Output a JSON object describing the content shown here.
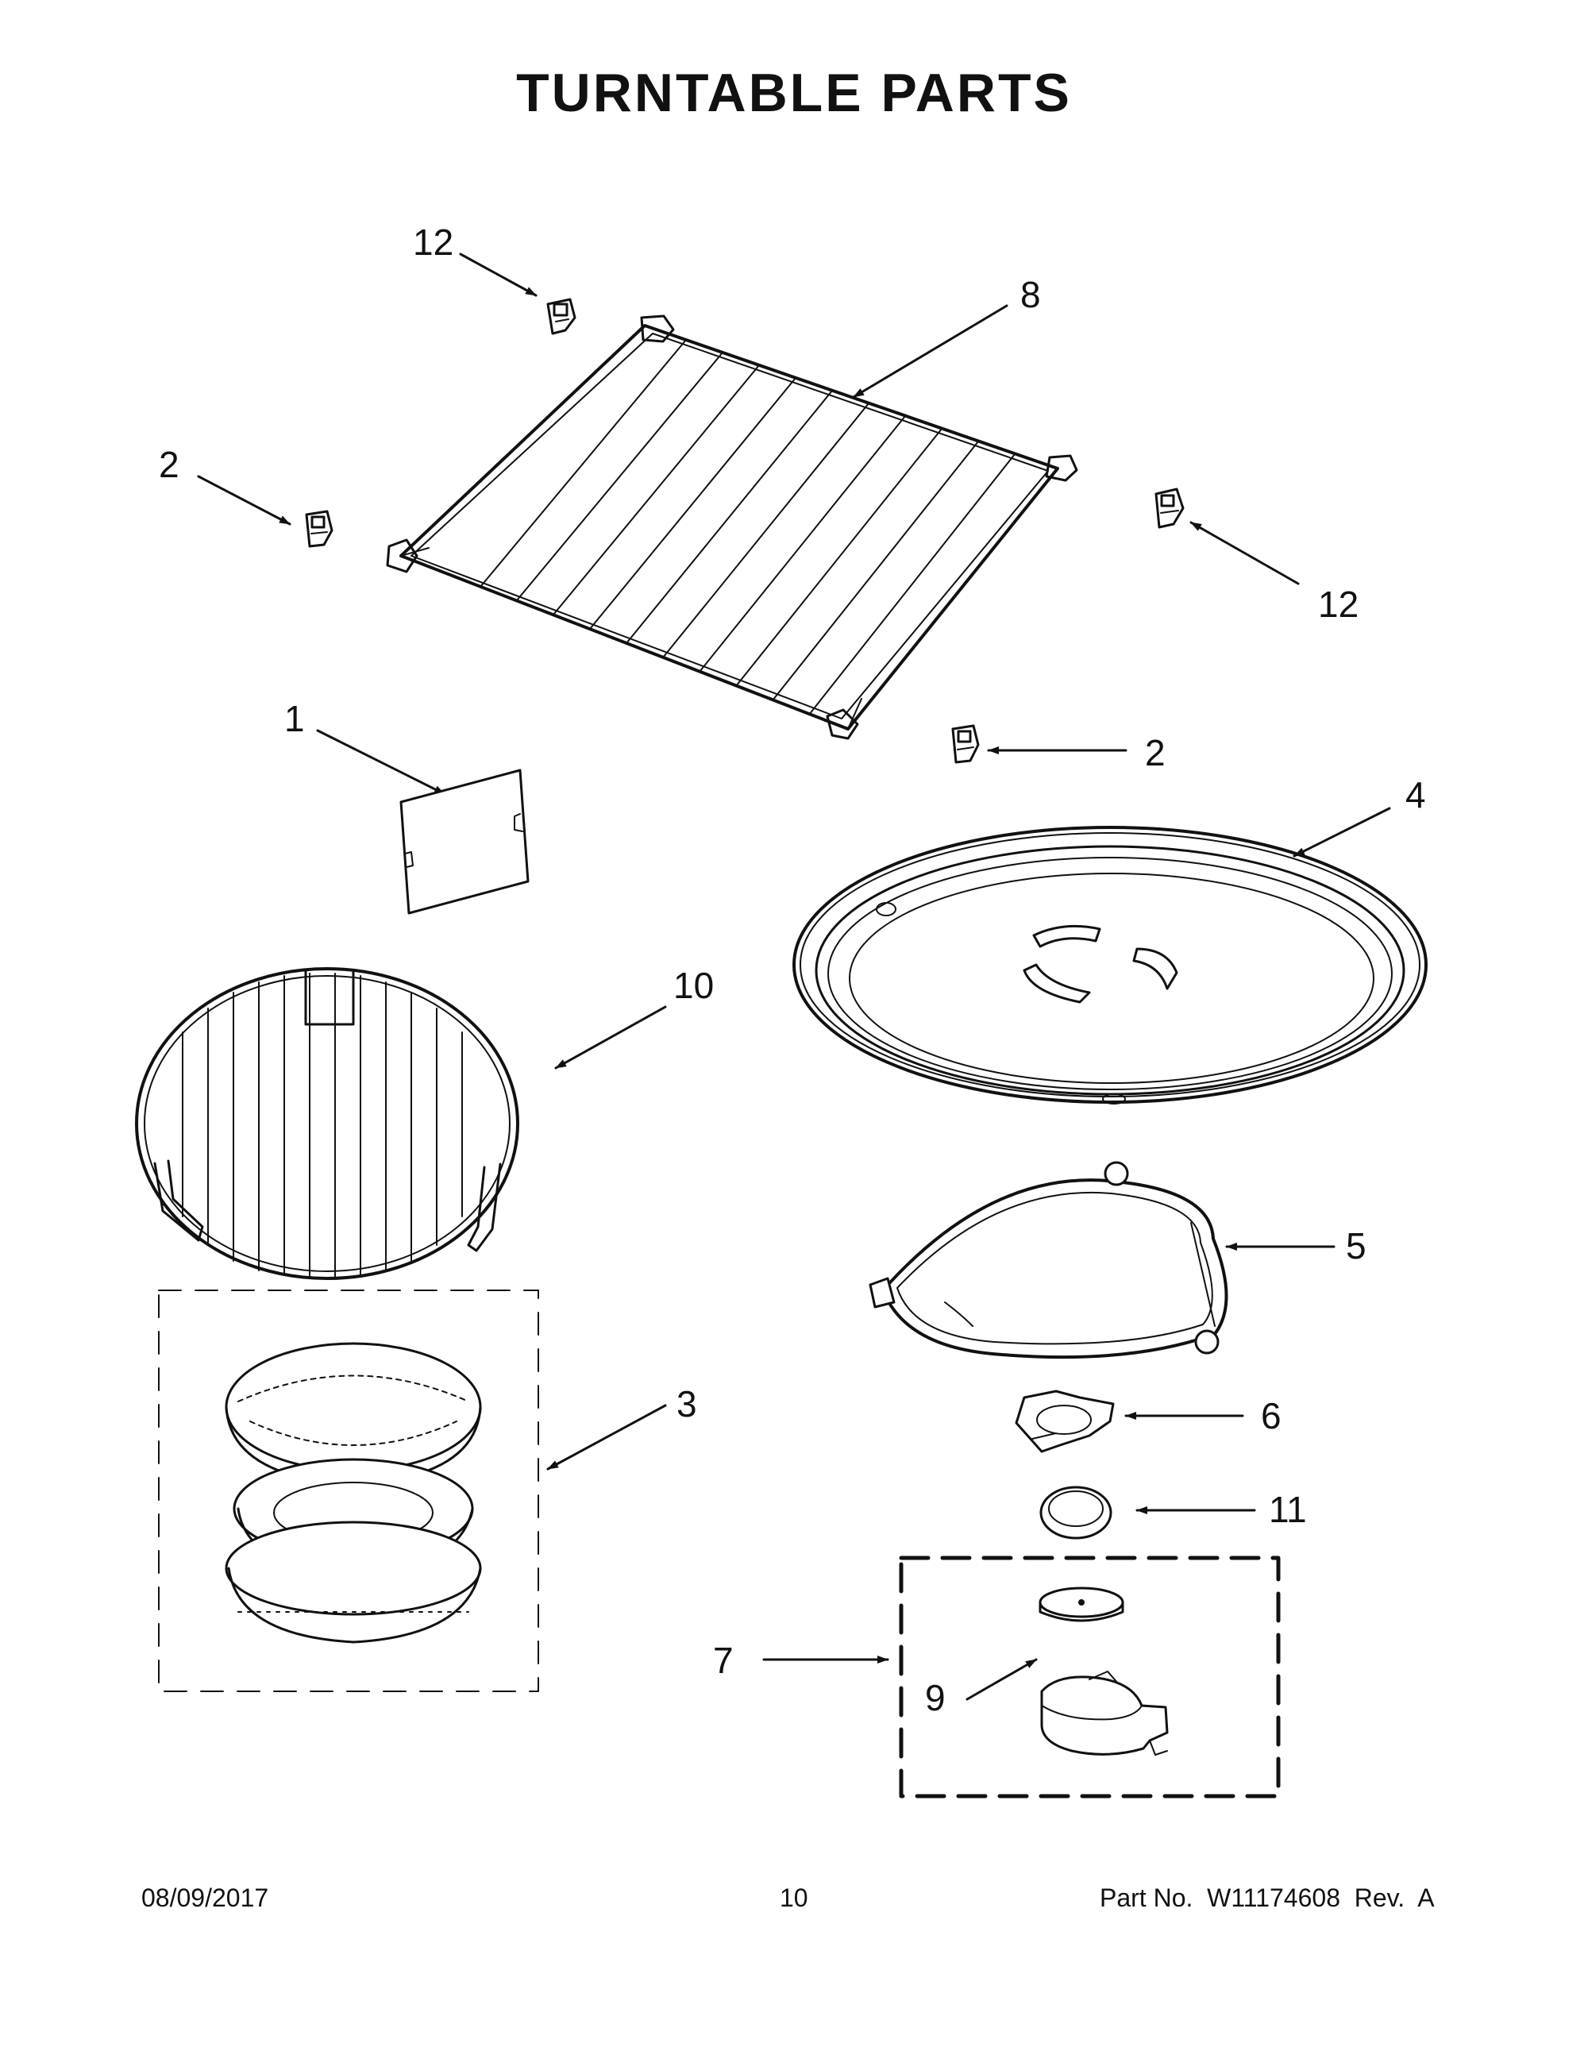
{
  "title": "TURNTABLE PARTS",
  "callouts": {
    "c12a": "12",
    "c8": "8",
    "c2a": "2",
    "c12b": "12",
    "c1": "1",
    "c2b": "2",
    "c4": "4",
    "c10": "10",
    "c5": "5",
    "c3": "3",
    "c6": "6",
    "c11": "11",
    "c7": "7",
    "c9": "9"
  },
  "footer": {
    "date": "08/09/2017",
    "page": "10",
    "part_no": "Part No.  W11174608  Rev.  A"
  }
}
